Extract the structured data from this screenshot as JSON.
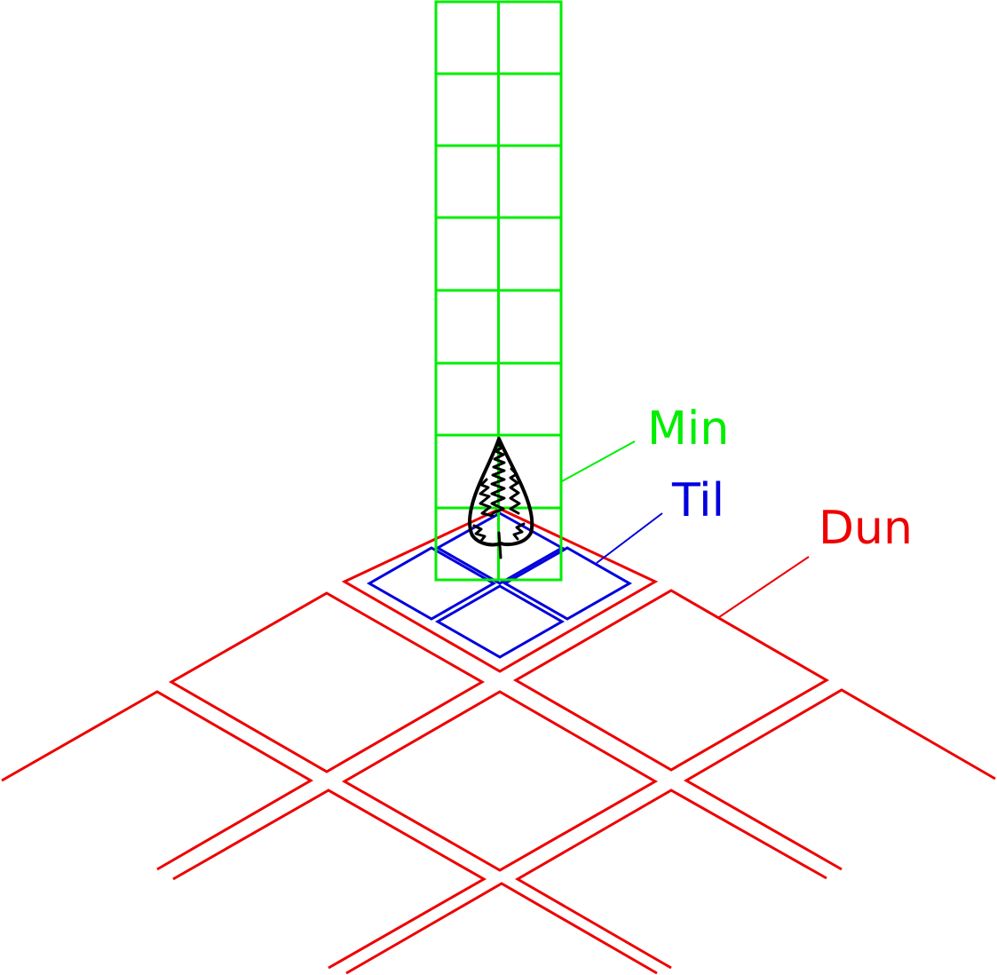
{
  "labels": {
    "min": "Min",
    "til": "Til",
    "dun": "Dun"
  },
  "colors": {
    "min": "#00ee00",
    "til": "#0000dd",
    "dun": "#ee0000",
    "tree": "#000000",
    "background": "#ffffff"
  },
  "icons": {
    "tree": "tree-icon"
  }
}
